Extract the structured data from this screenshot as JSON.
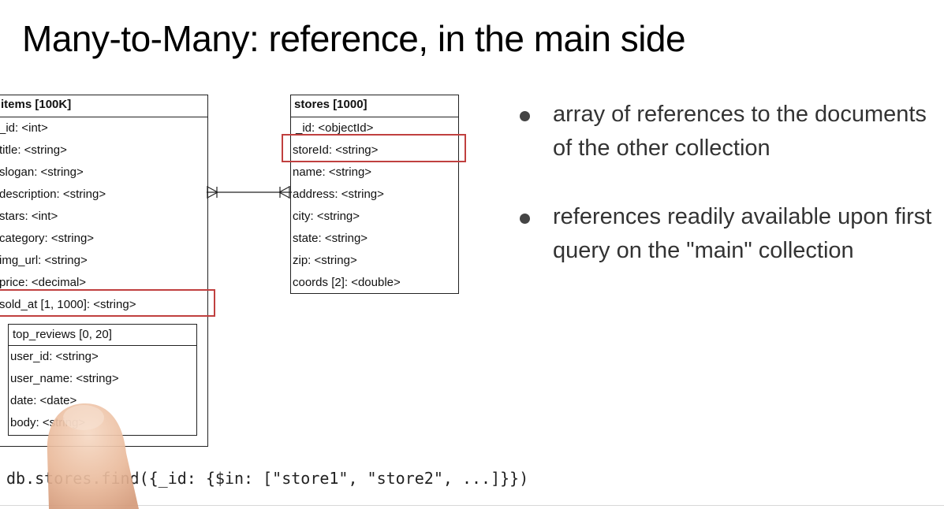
{
  "title": "Many-to-Many: reference, in the main side",
  "items_table": {
    "header": "items [100K]",
    "fields": [
      "_id: <int>",
      "title: <string>",
      "slogan: <string>",
      "description: <string>",
      "stars: <int>",
      "category: <string>",
      "img_url: <string>",
      "price: <decimal>",
      "sold_at [1, 1000]: <string>"
    ],
    "subdocument": {
      "header": "top_reviews [0, 20]",
      "fields": [
        "user_id: <string>",
        "user_name: <string>",
        "date: <date>",
        "body: <string>"
      ]
    }
  },
  "stores_table": {
    "header": "stores [1000]",
    "fields": [
      "_id: <objectId>",
      "storeId: <string>",
      "name: <string>",
      "address: <string>",
      "city: <string>",
      "state: <string>",
      "zip: <string>",
      "coords [2]: <double>"
    ]
  },
  "bullets": [
    "array of references to the documents of the other collection",
    "references readily available upon first query on the \"main\" collection"
  ],
  "code": "db.stores.find({_id: {$in: [\"store1\", \"store2\", ...]}})",
  "colors": {
    "highlight": "#c0403f",
    "connector": "#222222"
  }
}
